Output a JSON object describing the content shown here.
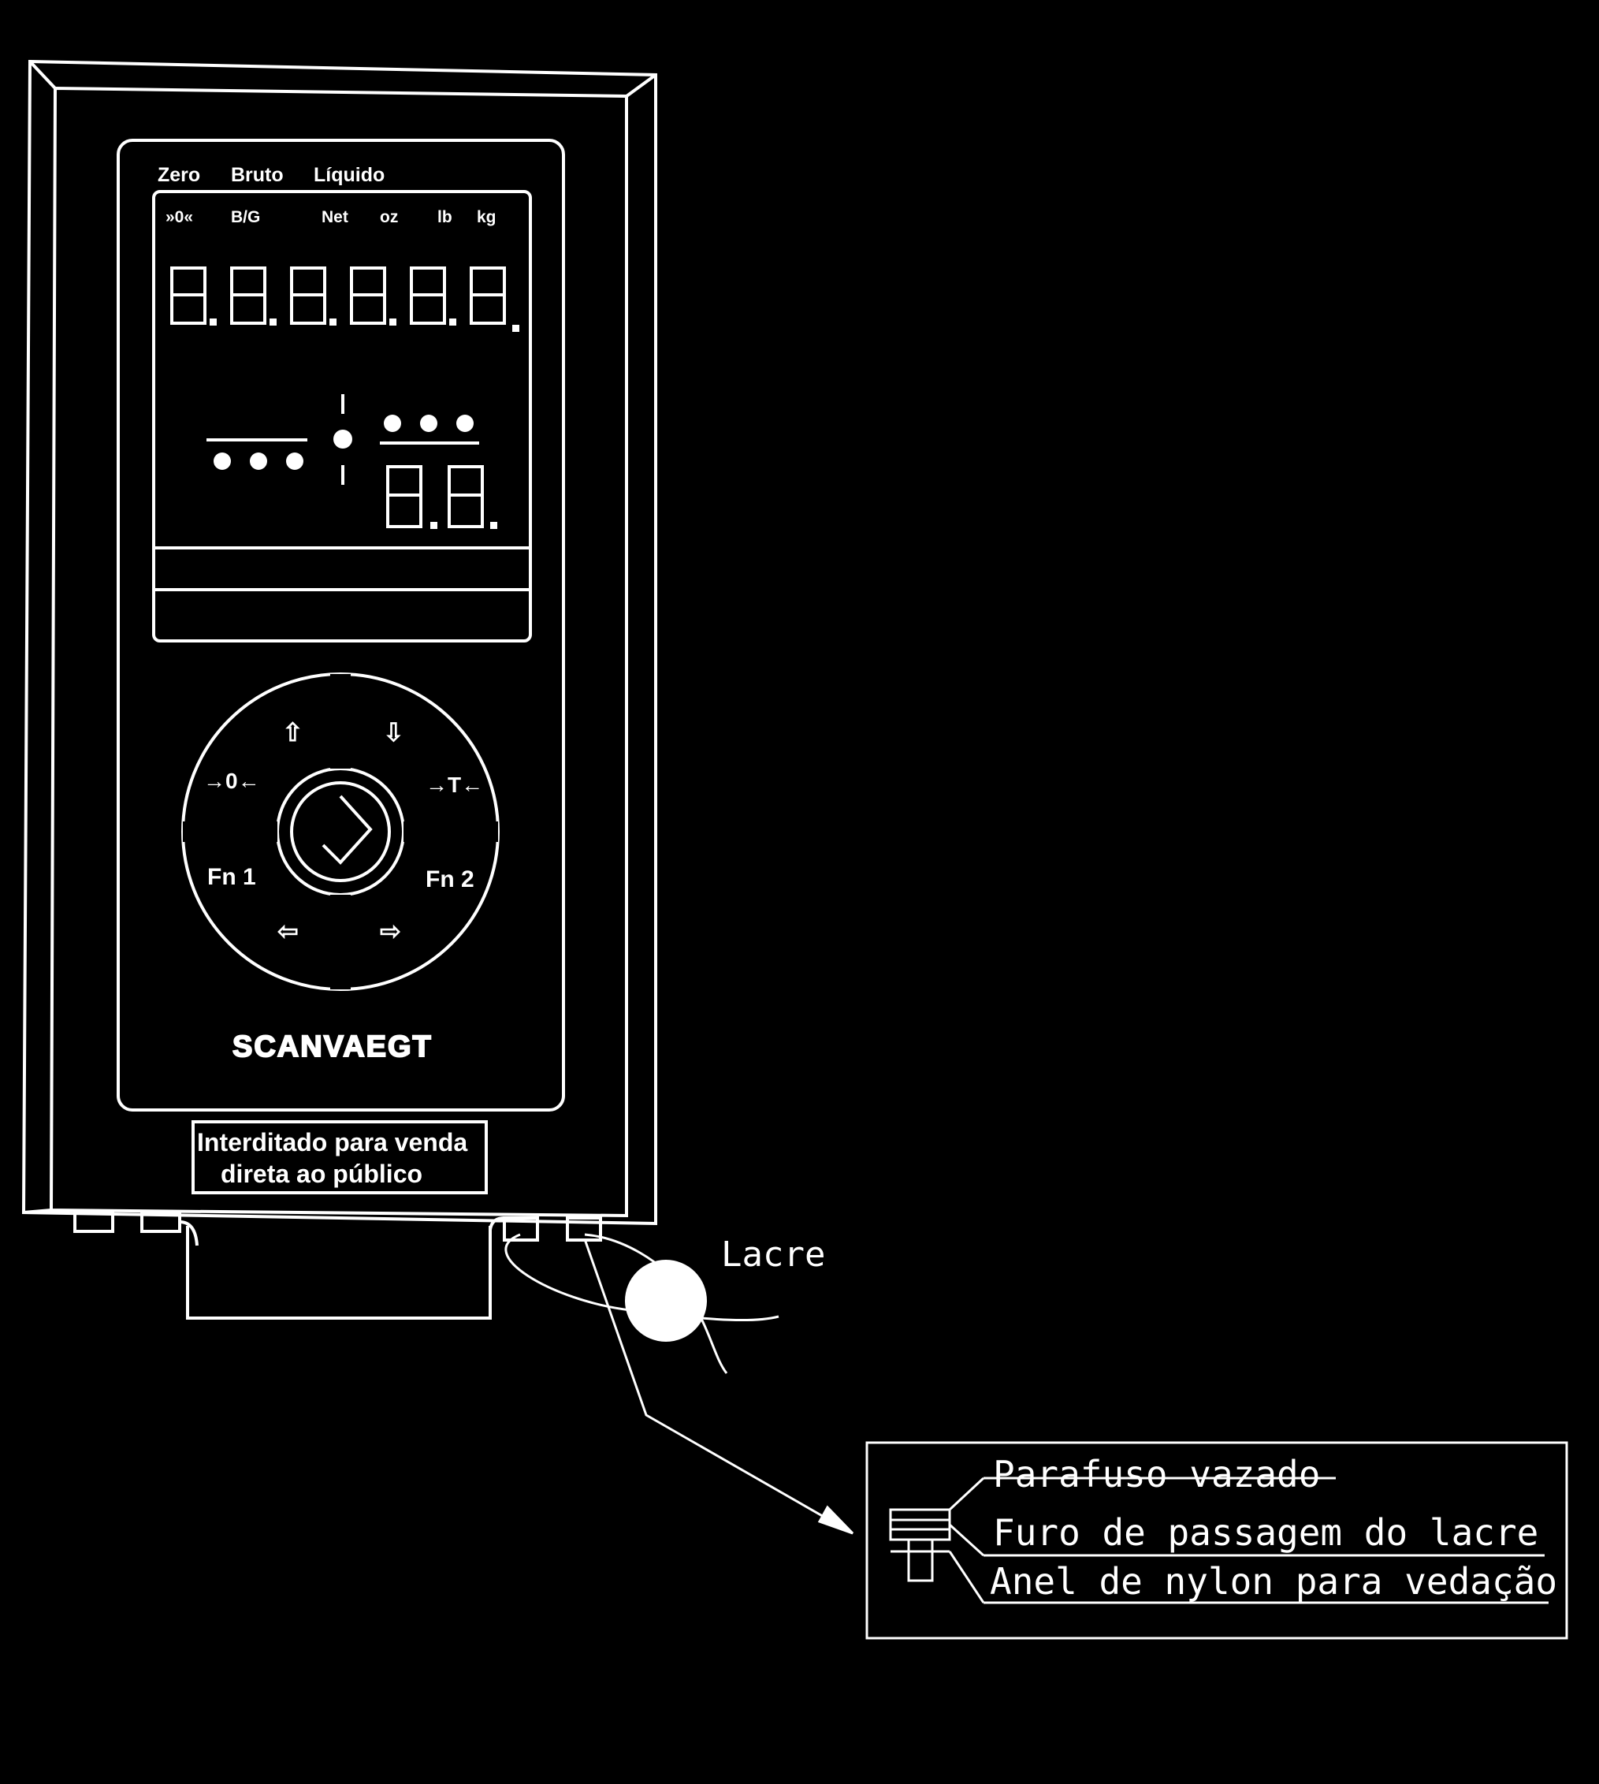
{
  "annunciators": {
    "zero": "Zero",
    "gross": "Bruto",
    "net": "Líquido",
    "zero_symbol": "»0«",
    "bg": "B/G",
    "net_short": "Net",
    "oz": "oz",
    "lb": "lb",
    "kg": "kg"
  },
  "keys": {
    "zero": "→0←",
    "tare": "→T←",
    "up": "⇧",
    "down": "⇩",
    "left": "⇦",
    "right": "⇨",
    "fn1": "Fn 1",
    "fn2": "Fn 2",
    "enter": "→|◇"
  },
  "brand": "SCANVAEGT",
  "notice": {
    "line1": "Interditado para venda",
    "line2": "direta ao público"
  },
  "seal_label": "Lacre",
  "detail": {
    "line1": "Parafuso vazado",
    "line2": "Furo de passagem do lacre",
    "line3": "Anel de nylon para vedação"
  },
  "colors": {
    "background": "#000000",
    "line": "#ffffff"
  }
}
